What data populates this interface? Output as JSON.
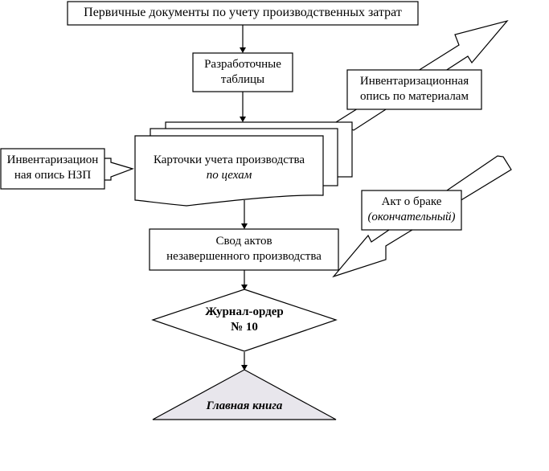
{
  "diagram": {
    "type": "flowchart",
    "colors": {
      "stroke": "#000000",
      "fill": "#ffffff",
      "ledger_fill": "#e8e6ec"
    },
    "nodes": {
      "primary_docs": {
        "shape": "rectangle",
        "label": "Первичные документы по учету производственных затрат"
      },
      "dev_tables": {
        "shape": "rectangle",
        "lines": [
          "Разработочные",
          "таблицы"
        ]
      },
      "inventory_materials": {
        "shape": "rectangle",
        "lines": [
          "Инвентаризационная",
          "опись по материалам"
        ]
      },
      "inventory_wip": {
        "shape": "rectangle",
        "lines": [
          "Инвентаризацион",
          "ная опись НЗП"
        ]
      },
      "production_cards": {
        "shape": "multi-document",
        "line1": "Карточки учета производства",
        "line2_italic": "по цехам"
      },
      "defect_act": {
        "shape": "rectangle",
        "line1": "Акт о браке",
        "line2_italic": "(окончательный)"
      },
      "wip_summary": {
        "shape": "rectangle",
        "lines": [
          "Свод актов",
          "незавершенного производства"
        ]
      },
      "journal_order": {
        "shape": "diamond",
        "lines": [
          "Журнал-ордер",
          "№ 10"
        ]
      },
      "general_ledger": {
        "shape": "triangle",
        "label": "Главная книга"
      }
    },
    "edges": [
      {
        "from": "primary_docs",
        "to": "dev_tables",
        "style": "arrow"
      },
      {
        "from": "dev_tables",
        "to": "production_cards",
        "style": "arrow"
      },
      {
        "from": "inventory_wip",
        "to": "production_cards",
        "style": "block-arrow"
      },
      {
        "from": "production_cards",
        "to": "inventory_materials",
        "style": "block-arrow-outgoing"
      },
      {
        "from": "defect_act",
        "to": "wip_summary",
        "style": "block-arrow-incoming"
      },
      {
        "from": "production_cards",
        "to": "wip_summary",
        "style": "arrow"
      },
      {
        "from": "wip_summary",
        "to": "journal_order",
        "style": "arrow"
      },
      {
        "from": "journal_order",
        "to": "general_ledger",
        "style": "arrow"
      }
    ]
  }
}
